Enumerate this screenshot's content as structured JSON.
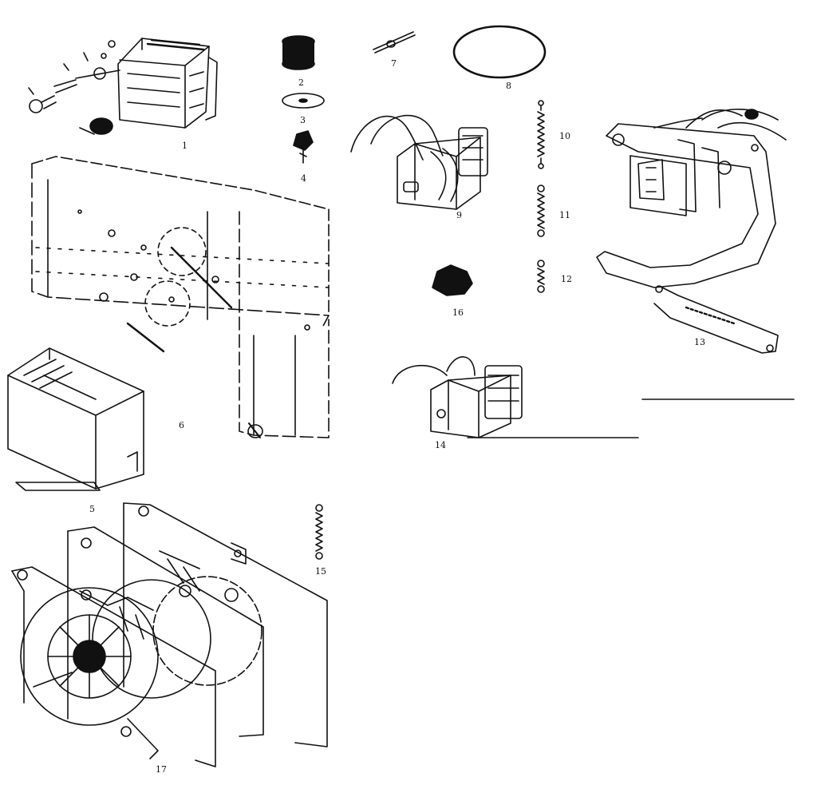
{
  "parts": [
    {
      "id": "p1",
      "label": "1"
    },
    {
      "id": "p2",
      "label": "2"
    },
    {
      "id": "p3",
      "label": "3"
    },
    {
      "id": "p4",
      "label": "4"
    },
    {
      "id": "p5",
      "label": "5"
    },
    {
      "id": "p6",
      "label": "6"
    },
    {
      "id": "p7",
      "label": "7"
    },
    {
      "id": "p8",
      "label": "8"
    },
    {
      "id": "p9",
      "label": "9"
    },
    {
      "id": "p10",
      "label": "10"
    },
    {
      "id": "p11",
      "label": "11"
    },
    {
      "id": "p12",
      "label": "12"
    },
    {
      "id": "p13",
      "label": "13"
    },
    {
      "id": "p14",
      "label": "14"
    },
    {
      "id": "p15",
      "label": "15"
    },
    {
      "id": "p16",
      "label": "16"
    },
    {
      "id": "p17",
      "label": "17"
    }
  ]
}
